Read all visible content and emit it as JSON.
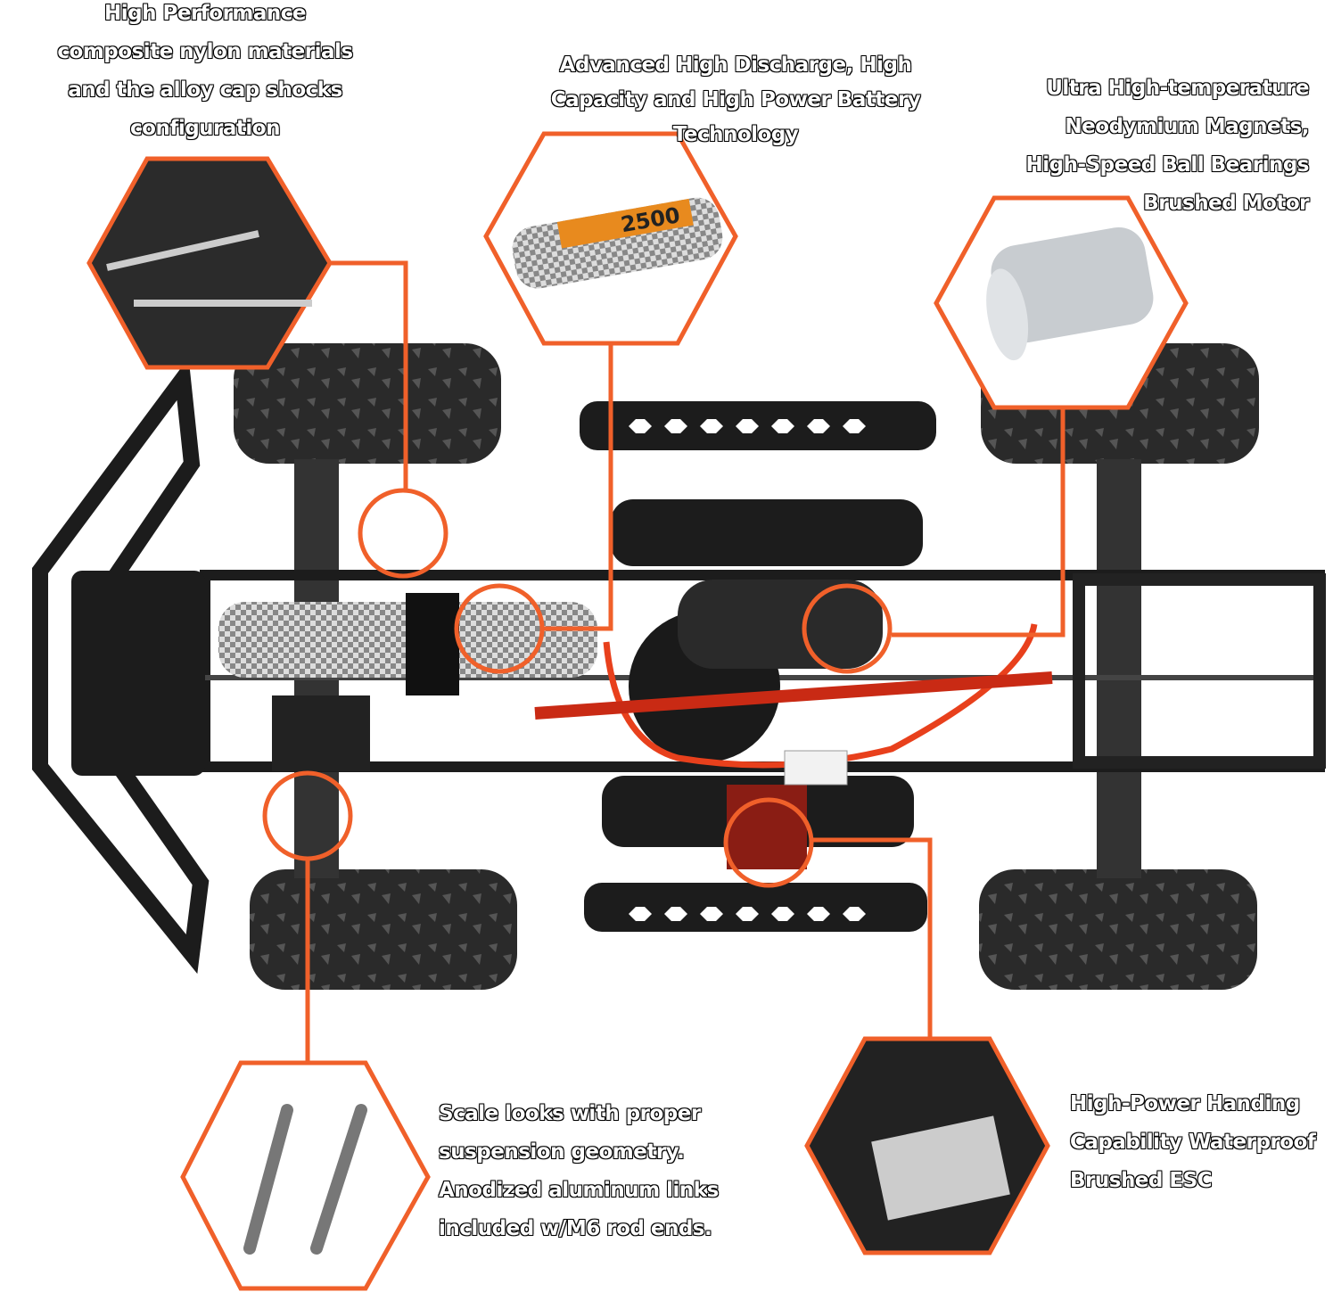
{
  "callouts": {
    "shocks": "High Performance composite nylon materials and the alloy cap shocks configuration",
    "battery": "Advanced High Discharge, High Capacity and High Power Battery Technology",
    "motor": "Ultra High-temperature Neodymium Magnets, High-Speed Ball Bearings Brushed Motor",
    "suspension": "Scale looks with proper suspension geometry. Anodized aluminum links included w/M6 rod ends.",
    "esc": "High-Power Handing Capability Waterproof Brushed ESC"
  },
  "battery_label": "2500",
  "colors": {
    "accent": "#f0602a",
    "chassis": "#1c1c1c",
    "wire": "#e8401c"
  }
}
